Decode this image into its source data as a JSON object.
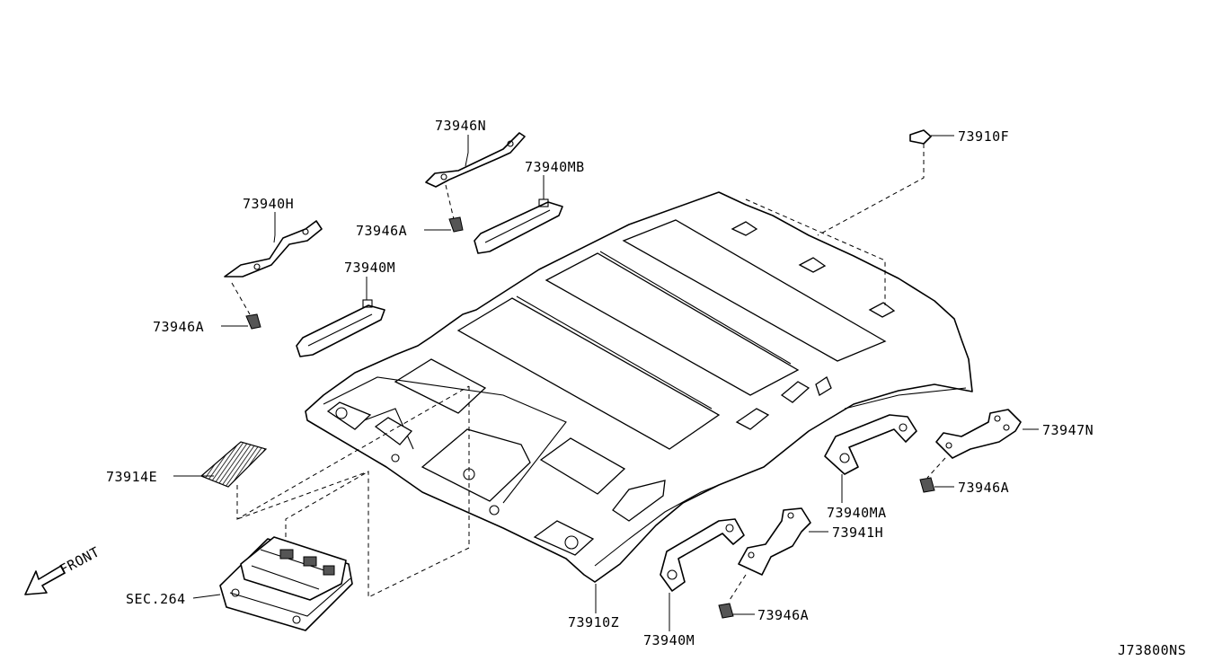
{
  "diagram_id": "J73800NS",
  "direction_label": "FRONT",
  "callouts": [
    {
      "key": "roof_trim",
      "part_number": "73910Z"
    },
    {
      "key": "roof_clip",
      "part_number": "73910F"
    },
    {
      "key": "lamp_bracket",
      "part_number": "73914E"
    },
    {
      "key": "map_lamp_ref",
      "part_number": "SEC.264"
    },
    {
      "key": "bracket_front_left",
      "part_number": "73940H"
    },
    {
      "key": "clip_front_left",
      "part_number": "73946A"
    },
    {
      "key": "grip_front_left",
      "part_number": "73940M"
    },
    {
      "key": "bracket_rear_left",
      "part_number": "73946N"
    },
    {
      "key": "clip_rear_left",
      "part_number": "73946A"
    },
    {
      "key": "grip_rear_left",
      "part_number": "73940MB"
    },
    {
      "key": "bracket_rear_right",
      "part_number": "73947N"
    },
    {
      "key": "clip_rear_right",
      "part_number": "73946A"
    },
    {
      "key": "grip_rear_right",
      "part_number": "73940MA"
    },
    {
      "key": "bracket_front_right",
      "part_number": "73941H"
    },
    {
      "key": "clip_front_right",
      "part_number": "73946A"
    },
    {
      "key": "grip_front_right",
      "part_number": "73940M"
    }
  ]
}
